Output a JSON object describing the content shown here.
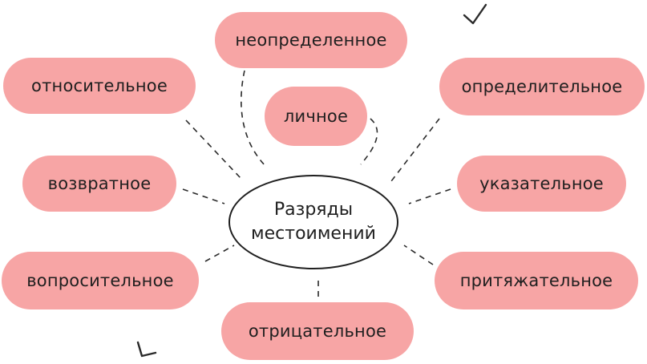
{
  "diagram": {
    "center": {
      "line1": "Разряды",
      "line2": "местоимений"
    },
    "categories": {
      "indefinite": "неопределенное",
      "relative": "относительное",
      "personal": "личное",
      "attributive": "определительное",
      "reflexive": "возвратное",
      "demonstrative": "указательное",
      "interrogative": "вопросительное",
      "possessive": "притяжательное",
      "negative": "отрицательное"
    }
  }
}
